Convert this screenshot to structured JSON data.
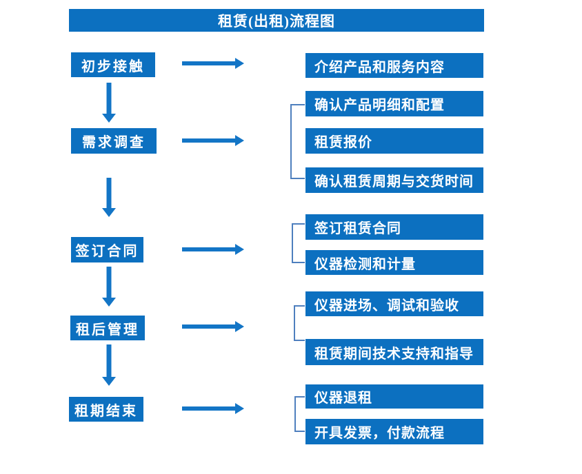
{
  "title": "租赁(出租)流程图",
  "colors": {
    "box_blue": "#0c70c0",
    "arrow_blue": "#1375c6",
    "bracket_blue": "#4e7fbe",
    "text": "#ffffff",
    "background": "#ffffff"
  },
  "stages": [
    {
      "label": "初步接触",
      "details": [
        "介绍产品和服务内容"
      ]
    },
    {
      "label": "需求调查",
      "details": [
        "确认产品明细和配置",
        "租赁报价",
        "确认租赁周期与交货时间"
      ]
    },
    {
      "label": "签订合同",
      "details": [
        "签订租赁合同",
        "仪器检测和计量"
      ]
    },
    {
      "label": "租后管理",
      "details": [
        "仪器进场、调试和验收",
        "租赁期间技术支持和指导"
      ]
    },
    {
      "label": "租期结束",
      "details": [
        "仪器退租",
        "开具发票，付款流程"
      ]
    }
  ]
}
